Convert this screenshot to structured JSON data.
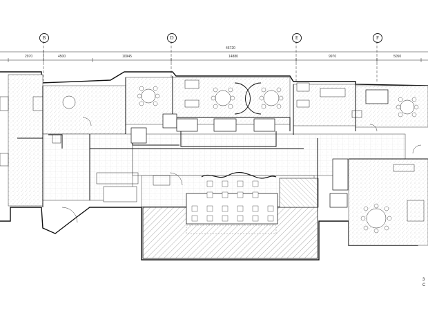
{
  "grid_axes": [
    "B",
    "D",
    "E",
    "F"
  ],
  "overall_dimension": "45720",
  "dimensions": [
    "2970",
    "4500",
    "10945",
    "14880",
    "9970",
    "5050"
  ],
  "corner_mark": "3",
  "corner_mark_2": "C"
}
